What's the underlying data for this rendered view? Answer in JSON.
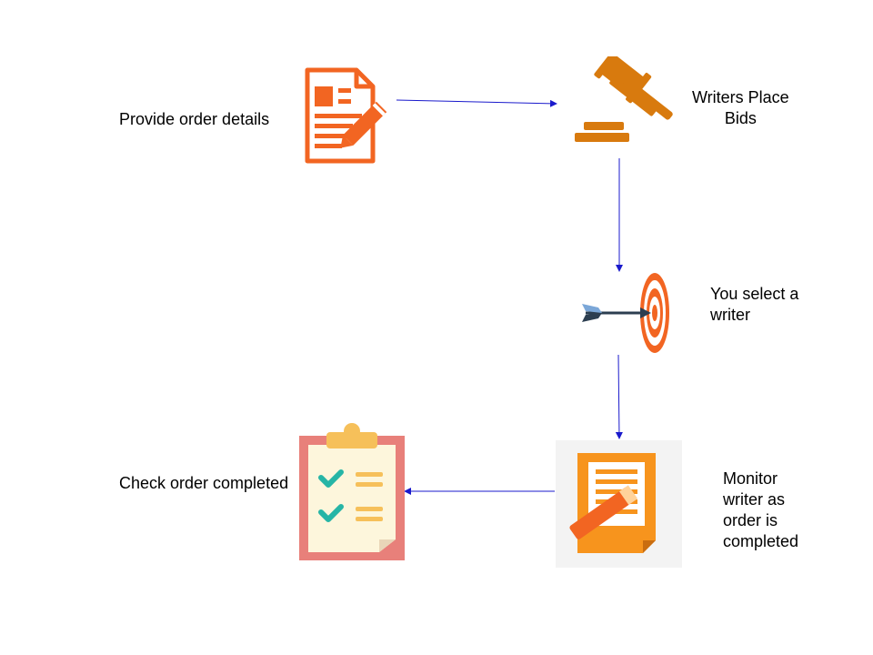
{
  "steps": [
    {
      "id": "provide",
      "label": "Provide order details",
      "icon": "document-pencil-icon"
    },
    {
      "id": "bids",
      "label": "Writers Place\nBids",
      "icon": "gavel-icon"
    },
    {
      "id": "select",
      "label": "You select a\nwriter",
      "icon": "target-arrow-icon"
    },
    {
      "id": "monitor",
      "label": "Monitor\nwriter as\norder is\ncompleted",
      "icon": "document-edit-icon"
    },
    {
      "id": "check",
      "label": "Check order completed",
      "icon": "clipboard-checklist-icon"
    }
  ],
  "colors": {
    "arrow": "#1a1acc",
    "orange": "#f26522",
    "gavel": "#d87a0e",
    "clipboard": "#e8807a",
    "check": "#26b5a6"
  }
}
